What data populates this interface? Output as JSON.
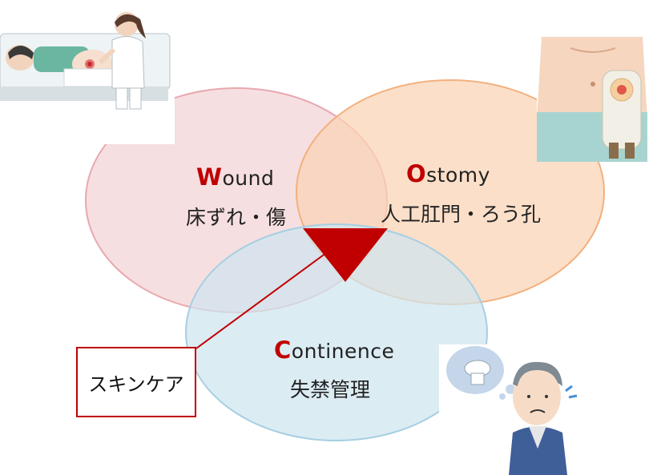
{
  "circles": [
    {
      "id": "wound",
      "initial": "W",
      "rest": "ound",
      "japanese": "床ずれ・傷",
      "fill": "#f2d2d6",
      "stroke": "#e8a8ae"
    },
    {
      "id": "ostomy",
      "initial": "O",
      "rest": "stomy",
      "japanese": "人工肛門・ろう孔",
      "fill": "#f9d2b4",
      "stroke": "#f3b07d"
    },
    {
      "id": "continence",
      "initial": "C",
      "rest": "ontinence",
      "japanese": "失禁管理",
      "fill": "#cfe4ee",
      "stroke": "#a6cfe2"
    }
  ],
  "center_label": "スキンケア",
  "colors": {
    "accent": "#c00000"
  },
  "illustrations": [
    "nurse-caring-for-patient-illustration",
    "ostomy-pouch-abdomen-illustration",
    "worried-elderly-man-toilet-illustration"
  ]
}
